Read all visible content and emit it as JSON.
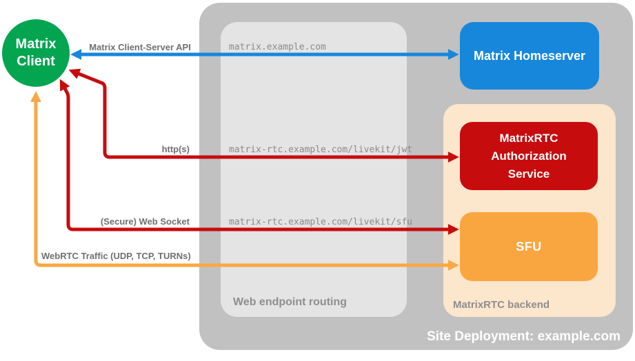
{
  "nodes": {
    "client": {
      "label": "Matrix Client",
      "color": "#03A551"
    },
    "homeserver": {
      "label": "Matrix Homeserver",
      "color": "#1787DC"
    },
    "auth_service": {
      "label": "MatrixRTC Authorization Service",
      "color": "#C70C0E"
    },
    "sfu": {
      "label": "SFU",
      "color": "#FAA640"
    }
  },
  "containers": {
    "site": {
      "label": "Site Deployment: example.com",
      "color": "#C1C1C1"
    },
    "routing": {
      "label": "Web endpoint routing",
      "color": "#E4E4E4"
    },
    "backend": {
      "label": "MatrixRTC backend",
      "color": "#FCE6CC"
    }
  },
  "endpoints": [
    "matrix.example.com",
    "matrix-rtc.example.com/livekit/jwt",
    "matrix-rtc.example.com/livekit/sfu"
  ],
  "arrows": [
    {
      "label": "Matrix Client-Server API",
      "color": "#1787DC",
      "connects": [
        "Matrix Client",
        "Matrix Homeserver"
      ],
      "bidirectional": true
    },
    {
      "label": "http(s)",
      "color": "#C70C0E",
      "connects": [
        "Matrix Client",
        "MatrixRTC Authorization Service"
      ],
      "bidirectional": true
    },
    {
      "label": "(Secure) Web Socket",
      "color": "#C70C0E",
      "connects": [
        "Matrix Client",
        "SFU"
      ],
      "bidirectional": true
    },
    {
      "label": "WebRTC Traffic (UDP, TCP, TURNs)",
      "color": "#F8A844",
      "connects": [
        "Matrix Client",
        "SFU"
      ],
      "bidirectional": true
    }
  ],
  "colors": {
    "background": "#FFFFFF",
    "gray_text": "#6F6F6F",
    "url_text": "#8A8A8A",
    "container_label_text": "#8E8E8E"
  }
}
